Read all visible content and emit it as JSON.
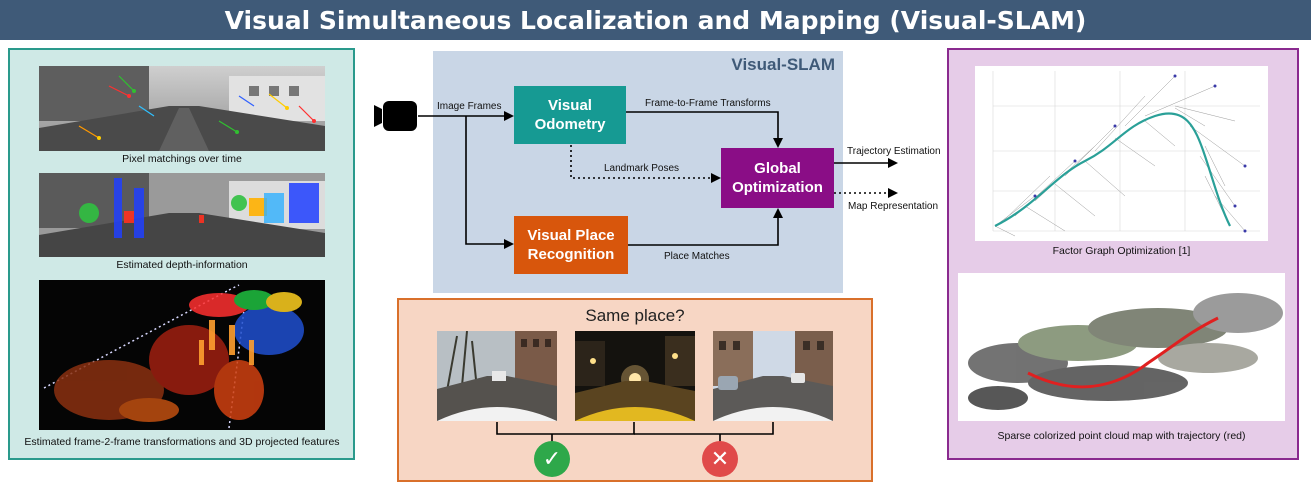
{
  "title": "Visual Simultaneous Localization and Mapping (Visual-SLAM)",
  "left_panel": {
    "captions": {
      "matching": "Pixel matchings over time",
      "depth": "Estimated depth-information",
      "transforms": "Estimated frame-2-frame transformations and 3D projected features"
    }
  },
  "diagram": {
    "box_label": "Visual-SLAM",
    "nodes": {
      "visual_odometry": {
        "line1": "Visual",
        "line2": "Odometry"
      },
      "global_optimization": {
        "line1": "Global",
        "line2": "Optimization"
      },
      "visual_place_recognition": {
        "line1": "Visual Place",
        "line2": "Recognition"
      }
    },
    "edges": {
      "image_frames": "Image Frames",
      "frame_to_frame": "Frame-to-Frame Transforms",
      "landmark_poses": "Landmark Poses",
      "place_matches": "Place  Matches",
      "trajectory": "Trajectory Estimation",
      "map": "Map Representation"
    }
  },
  "place_panel": {
    "title": "Same place?"
  },
  "right_panel": {
    "captions": {
      "factor_graph": "Factor Graph Optimization [1]",
      "point_cloud": "Sparse colorized point cloud map with trajectory (red)"
    }
  },
  "colors": {
    "banner": "#3f5a78",
    "visual_odometry": "#169a93",
    "global_optimization": "#8a0d86",
    "visual_place_recognition": "#d8560c",
    "match_ok": "#2ea84a",
    "match_no": "#e04a4a"
  },
  "icons": {
    "camera": "camera-icon",
    "match": "check-icon",
    "no_match": "cross-icon"
  }
}
